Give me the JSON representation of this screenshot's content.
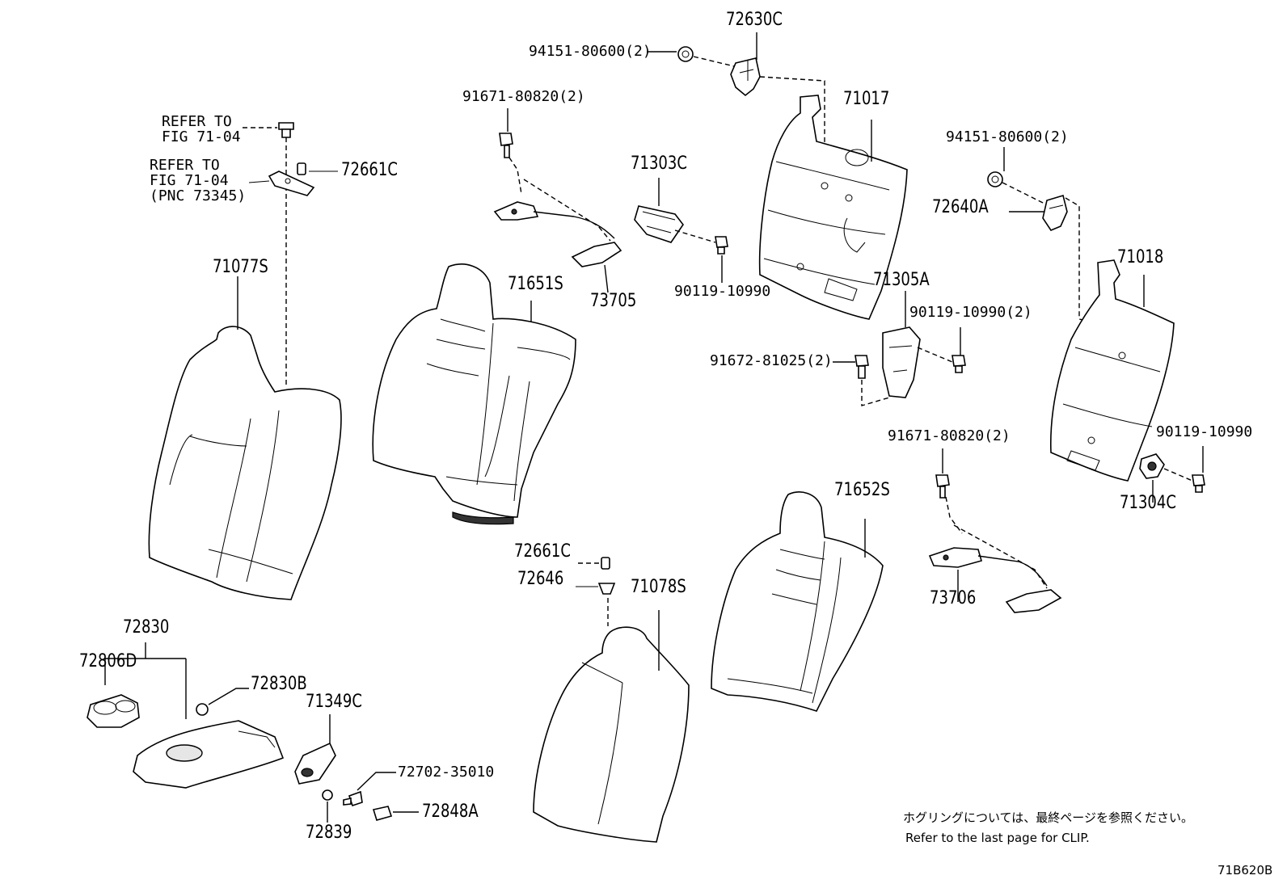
{
  "labels": {
    "p72630C": "72630C",
    "p94151_a": "94151-80600(2)",
    "p91671_a": "91671-80820(2)",
    "p71017": "71017",
    "refer1_l1": "REFER TO",
    "refer1_l2": "FIG 71-04",
    "refer2_l1": "REFER TO",
    "refer2_l2": "FIG 71-04",
    "refer2_l3": "(PNC 73345)",
    "p72661C_a": "72661C",
    "p71303C": "71303C",
    "p94151_b": "94151-80600(2)",
    "p72640A": "72640A",
    "p71077S": "71077S",
    "p71651S": "71651S",
    "p73705": "73705",
    "p90119_a": "90119-10990",
    "p71305A": "71305A",
    "p71018": "71018",
    "p90119_b": "90119-10990(2)",
    "p91672": "91672-81025(2)",
    "p91671_b": "91671-80820(2)",
    "p90119_c": "90119-10990",
    "p71304C": "71304C",
    "p71652S": "71652S",
    "p72661C_b": "72661C",
    "p72646": "72646",
    "p71078S": "71078S",
    "p73706": "73706",
    "p72830": "72830",
    "p72806D": "72806D",
    "p72830B": "72830B",
    "p71349C": "71349C",
    "p72702": "72702-35010",
    "p72848A": "72848A",
    "p72839": "72839"
  },
  "footnote": {
    "jp": "ホグリングについては、最終ページを参照ください。",
    "en": "Refer to the last page for CLIP."
  },
  "figure_code": "71B620B"
}
